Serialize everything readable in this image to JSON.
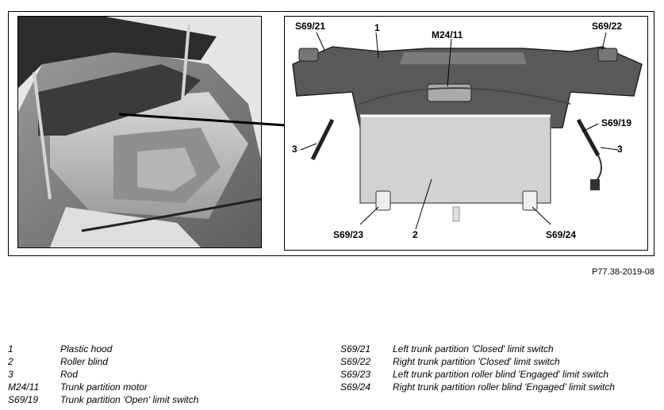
{
  "figure_id": "P77.38-2019-08",
  "callouts": {
    "s69_21": "S69/21",
    "label_1": "1",
    "m24_11": "M24/11",
    "s69_22": "S69/22",
    "s69_19": "S69/19",
    "label_3_left": "3",
    "label_3_right": "3",
    "s69_23": "S69/23",
    "label_2": "2",
    "s69_24": "S69/24"
  },
  "legend": {
    "left": [
      {
        "code": "1",
        "desc": "Plastic hood"
      },
      {
        "code": "2",
        "desc": "Roller blind"
      },
      {
        "code": "3",
        "desc": "Rod"
      },
      {
        "code": "M24/11",
        "desc": "Trunk partition motor"
      },
      {
        "code": "S69/19",
        "desc": "Trunk partition 'Open' limit switch"
      }
    ],
    "right": [
      {
        "code": "S69/21",
        "desc": "Left trunk partition 'Closed' limit switch"
      },
      {
        "code": "S69/22",
        "desc": "Right trunk partition 'Closed' limit switch"
      },
      {
        "code": "S69/23",
        "desc": "Left trunk partition roller blind 'Engaged' limit switch"
      },
      {
        "code": "S69/24",
        "desc": "Right trunk partition roller blind 'Engaged' limit switch"
      }
    ]
  },
  "colors": {
    "frame": "#000000",
    "hood_dark": "#4a4a4a",
    "blind_gray": "#cfcfcf",
    "photo_light": "#c4c4c4"
  }
}
